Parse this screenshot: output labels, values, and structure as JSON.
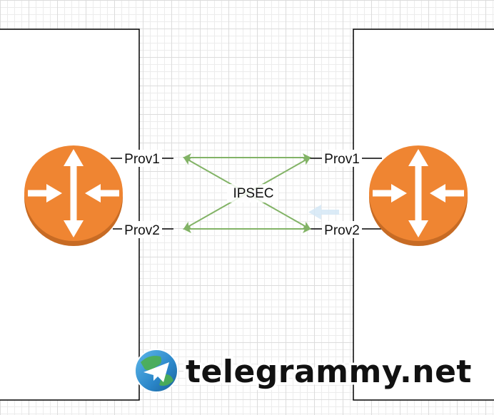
{
  "diagram": {
    "left_site": {
      "router_icon": "router-icon",
      "link1_label": "Prov1",
      "link2_label": "Prov2"
    },
    "right_site": {
      "router_icon": "router-icon",
      "link1_label": "Prov1",
      "link2_label": "Prov2"
    },
    "tunnel_label": "IPSEC",
    "colors": {
      "router_orange": "#ef8532",
      "router_shadow": "#c76b24",
      "tunnel_green": "#82b366",
      "box_border": "#000000",
      "hint_arrow": "#d5e8f6"
    }
  },
  "watermark": {
    "icon": "telegram-globe-icon",
    "text": "telegrammy.net"
  }
}
